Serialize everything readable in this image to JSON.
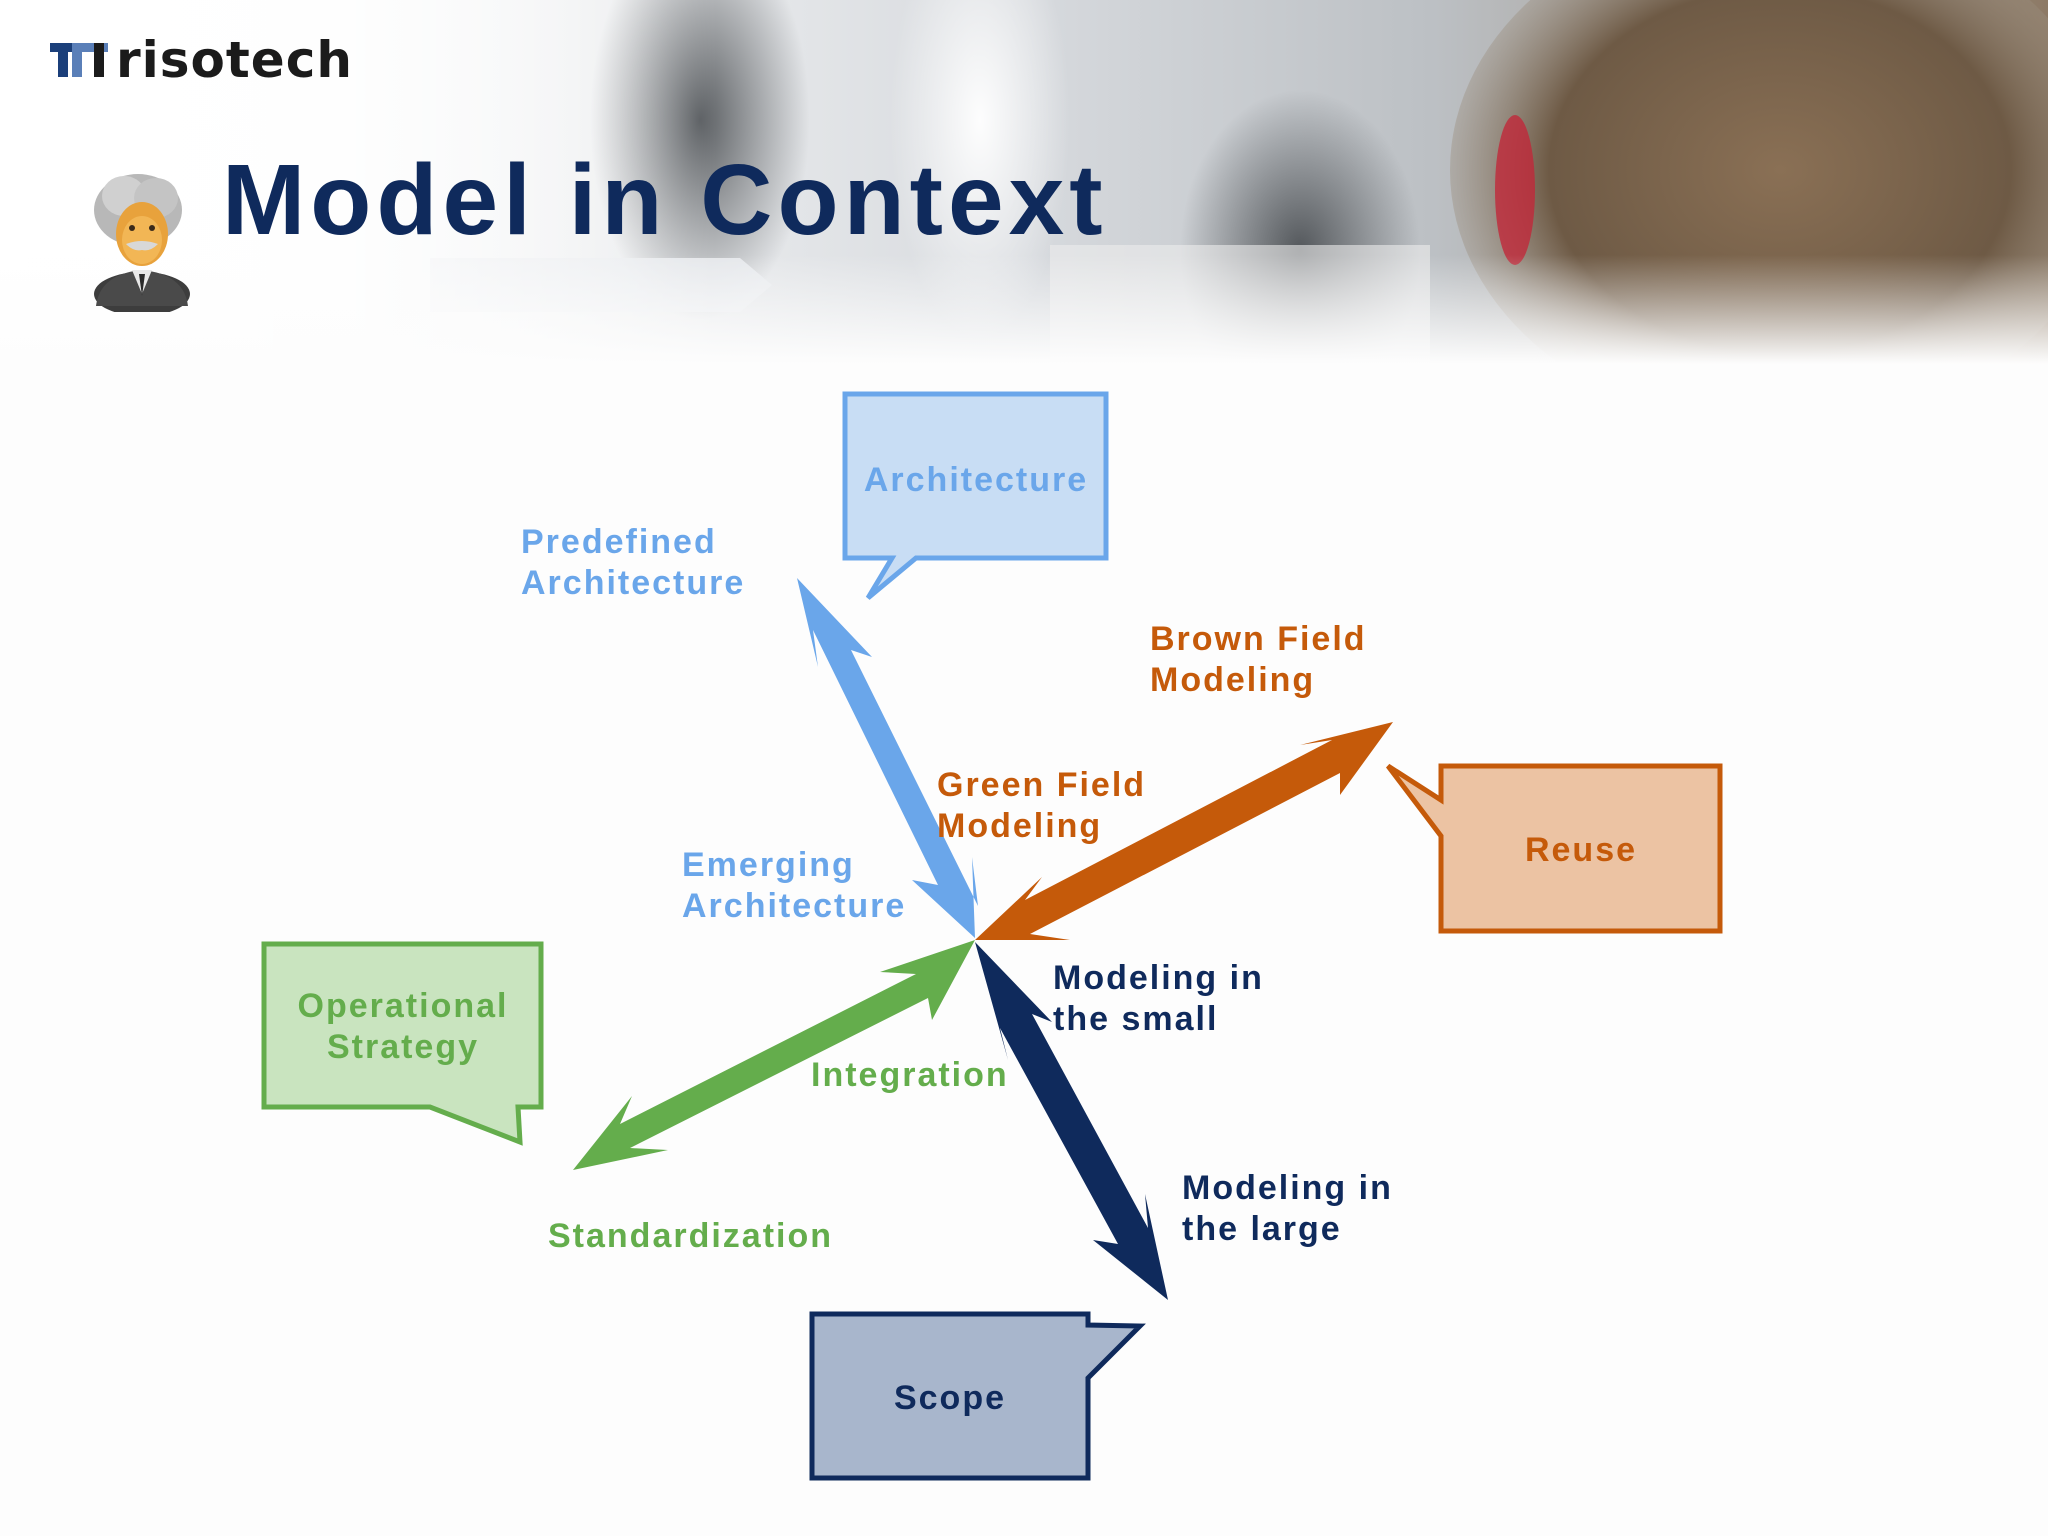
{
  "header": {
    "logo_text": "risotech",
    "title": "Model in Context"
  },
  "boxes": {
    "architecture": "Architecture",
    "reuse": "Reuse",
    "operational_strategy": "Operational\nStrategy",
    "scope": "Scope"
  },
  "labels": {
    "predefined_architecture": "Predefined\nArchitecture",
    "emerging_architecture": "Emerging\nArchitecture",
    "brown_field_modeling": "Brown Field\nModeling",
    "green_field_modeling": "Green Field\nModeling",
    "modeling_in_the_small": "Modeling in\nthe small",
    "modeling_in_the_large": "Modeling in\nthe large",
    "integration": "Integration",
    "standardization": "Standardization"
  },
  "colors": {
    "title": "#0f2a5c",
    "architecture_blue": "#6aa6ea",
    "reuse_orange": "#c55a0a",
    "strategy_green": "#64ad4c",
    "scope_navy": "#0f2a5c"
  }
}
